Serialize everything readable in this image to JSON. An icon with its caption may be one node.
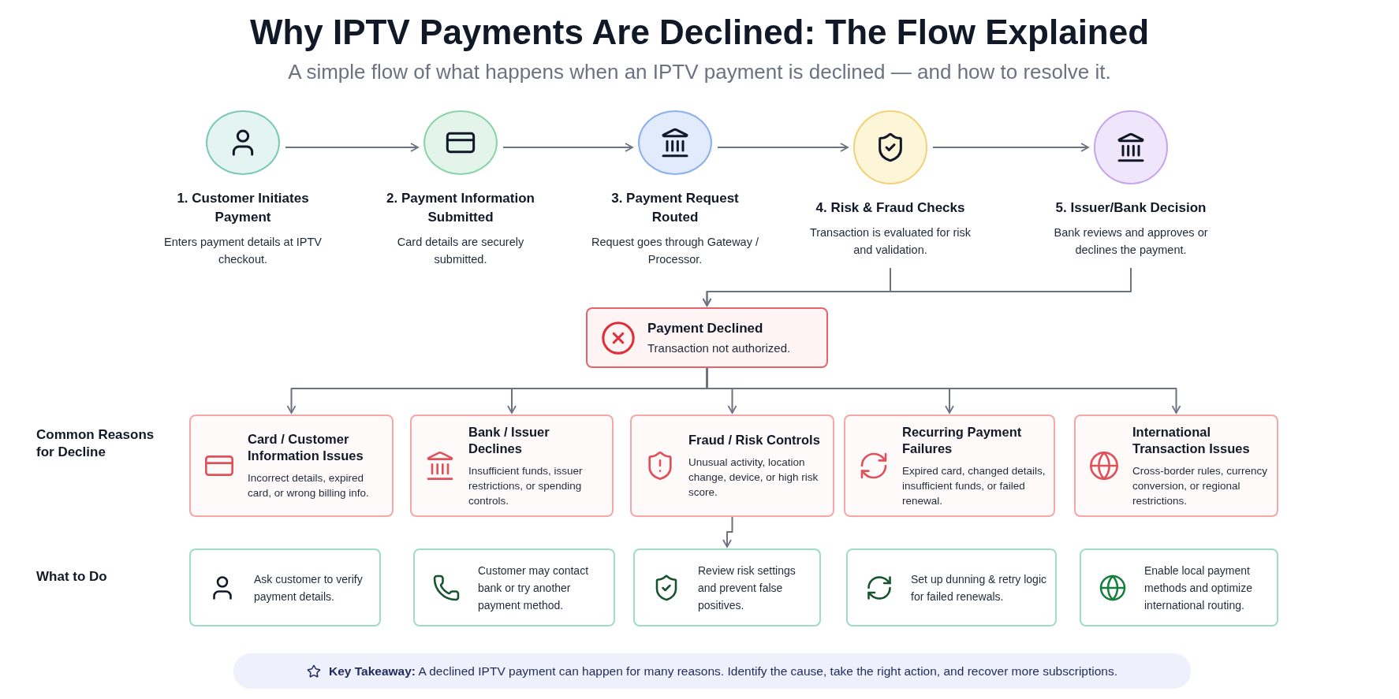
{
  "diagram": {
    "title": "Why IPTV Payments Are Declined: The Flow Explained",
    "caption": "A simple flow of what happens when an IPTV payment is declined — and how to resolve it.",
    "nodes": [
      {
        "text": [
          "1. Customer Initiates Payment",
          "Enters payment details at IPTV checkout."
        ]
      },
      {
        "text": [
          "2. Payment Information Submitted",
          "Card details are securely submitted."
        ]
      },
      {
        "text": [
          "3. Payment Request Routed",
          "Request goes through Gateway / Processor."
        ]
      },
      {
        "text": [
          "4. Risk & Fraud Checks",
          "Transaction is evaluated for risk and validation."
        ]
      },
      {
        "text": [
          "5. Issuer/Bank Decision",
          "Bank reviews and approves or declines the payment."
        ]
      },
      {
        "text": [
          "Payment Declined",
          "Transaction not authorized."
        ]
      },
      {
        "text": [
          "Card / Customer Information Issues",
          "Incorrect details, expired card, or wrong billing info."
        ]
      },
      {
        "text": [
          "Bank / Issuer Declines",
          "Insufficient funds, issuer restrictions, or spending controls."
        ]
      },
      {
        "text": [
          "Fraud / Risk Controls",
          "Unusual activity, location change, device, or high risk score."
        ]
      },
      {
        "text": [
          "Recurring Payment Failures",
          "Expired card, changed details, insufficient funds, or failed renewal."
        ]
      },
      {
        "text": [
          "International Transaction Issues",
          "Cross-border rules, currency conversion, or regional restrictions."
        ]
      },
      {
        "text": [
          "Ask customer to verify payment details."
        ]
      },
      {
        "text": [
          "Customer may contact bank or try another payment method."
        ]
      },
      {
        "text": [
          "Review risk settings and prevent false positives."
        ]
      },
      {
        "text": [
          "Set up dunning & retry logic for failed renewals."
        ]
      },
      {
        "text": [
          "Enable local payment methods and optimize international routing."
        ]
      },
      {
        "text": [
          "**Key Takeaway:** A declined IPTV payment can happen for many reasons. Identify the cause, take the right action, and recover more subscriptions."
        ]
      }
    ],
    "edges": [
      {
        "from": 0,
        "to": 1,
        "arrow": "to"
      },
      {
        "from": 1,
        "to": 2,
        "arrow": "to"
      },
      {
        "from": 2,
        "to": 3,
        "arrow": "to"
      },
      {
        "from": 3,
        "to": 4,
        "arrow": "to"
      },
      {
        "from": 3,
        "to": 5,
        "arrow": "to"
      },
      {
        "from": 4,
        "to": 5,
        "arrow": "to"
      },
      {
        "from": 5,
        "to": 6,
        "arrow": "to"
      },
      {
        "from": 5,
        "to": 7,
        "arrow": "to"
      },
      {
        "from": 5,
        "to": 8,
        "arrow": "to"
      },
      {
        "from": 5,
        "to": 9,
        "arrow": "to"
      },
      {
        "from": 5,
        "to": 10,
        "arrow": "to"
      },
      {
        "from": 8,
        "to": 13,
        "arrow": "to"
      }
    ],
    "labels": [
      "Common Reasons for Decline",
      "What to Do"
    ]
  }
}
